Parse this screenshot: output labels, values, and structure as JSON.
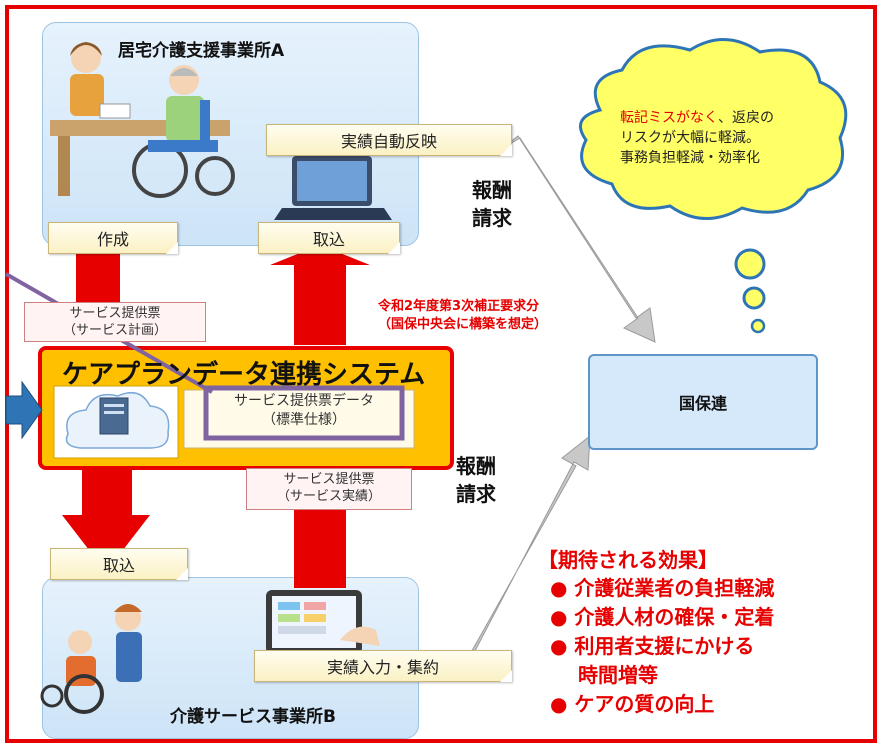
{
  "office_a": {
    "title": "居宅介護支援事業所A",
    "sakusei": "作成",
    "torikomi": "取込",
    "jisseki_hanei": "実績自動反映"
  },
  "office_b": {
    "title": "介護サービス事業所B",
    "torikomi": "取込",
    "jisseki_input": "実績入力・集約"
  },
  "flow": {
    "plan_ticket": [
      "サービス提供票",
      "（サービス計画）"
    ],
    "result_ticket": [
      "サービス提供票",
      "（サービス実績）"
    ],
    "budget_note": [
      "令和2年度第3次補正要求分",
      "（国保中央会に構築を想定）"
    ],
    "claim_1": [
      "報酬",
      "請求"
    ],
    "claim_2": [
      "報酬",
      "請求"
    ]
  },
  "system": {
    "title": "ケアプランデータ連携システム",
    "data_label": [
      "サービス提供票データ",
      "（標準仕様）"
    ]
  },
  "kokuho": {
    "label": "国保連"
  },
  "thought": {
    "line1_highlight": "転記ミスがなく",
    "line1_rest": "、返戻の",
    "line2": "リスクが大幅に軽減。",
    "line3": "事務負担軽減・効率化"
  },
  "effects": {
    "heading": "【期待される効果】",
    "items": [
      "介護従業者の負担軽減",
      "介護人材の確保・定着",
      "利用者支援にかける",
      "ケアの質の向上"
    ],
    "item3_cont": "時間増等"
  },
  "colors": {
    "frame": "#e60000",
    "flow_arrow": "#e60000",
    "system_fill": "#ffc000",
    "highlight_box": "#8064a2",
    "pointer_arrow": "#2e75b6"
  }
}
